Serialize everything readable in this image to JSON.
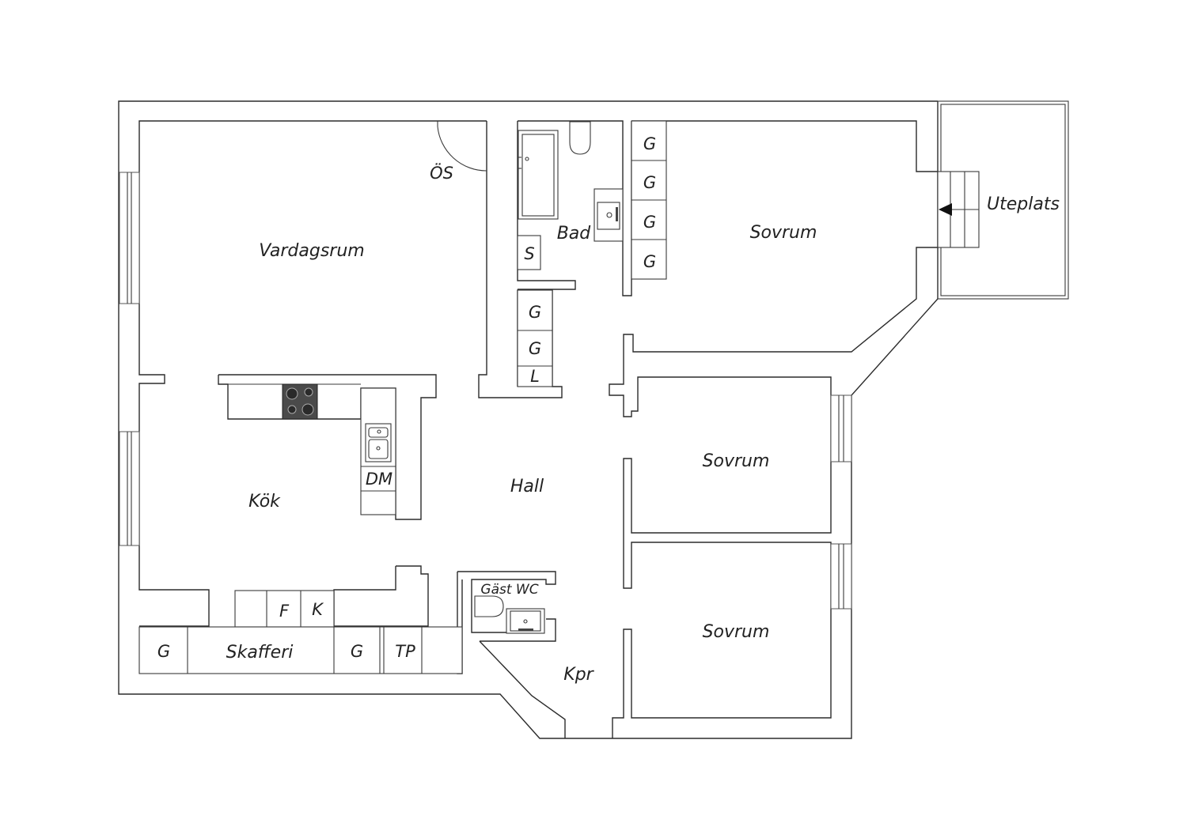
{
  "rooms": {
    "vardagsrum": "Vardagsrum",
    "kok": "Kök",
    "hall": "Hall",
    "bad": "Bad",
    "sovrum_1": "Sovrum",
    "sovrum_2": "Sovrum",
    "sovrum_3": "Sovrum",
    "skafferi": "Skafferi",
    "kpr": "Kpr",
    "gast_wc": "Gäst WC",
    "uteplats": "Uteplats",
    "os": "ÖS"
  },
  "fixtures": {
    "wardrobe_g": "G",
    "storage_s": "S",
    "linen_l": "L",
    "dishwasher": "DM",
    "fridge": "F",
    "freezer": "K",
    "tp": "TP"
  },
  "colors": {
    "wall": "#2b2b2b",
    "stove": "#4a4a4a",
    "background": "#ffffff"
  }
}
